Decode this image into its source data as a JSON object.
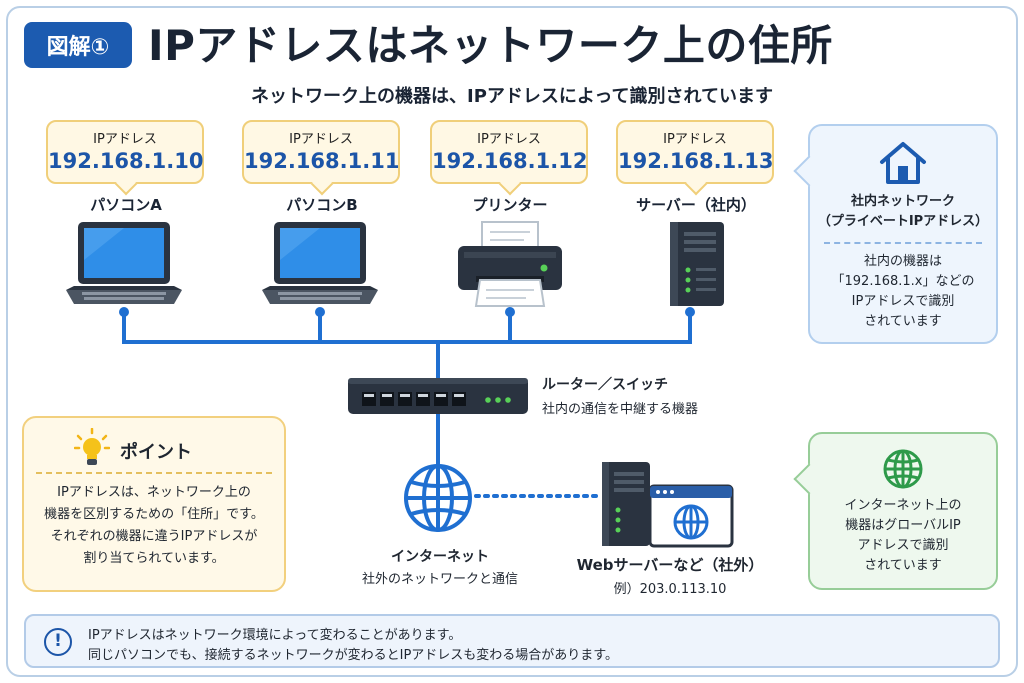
{
  "header": {
    "badge": "図解①",
    "title": "IPアドレスはネットワーク上の住所",
    "subtitle": "ネットワーク上の機器は、IPアドレスによって識別されています"
  },
  "devices": [
    {
      "ip_label": "IPアドレス",
      "ip": "192.168.1.10",
      "name": "パソコンA",
      "icon": "laptop-icon"
    },
    {
      "ip_label": "IPアドレス",
      "ip": "192.168.1.11",
      "name": "パソコンB",
      "icon": "laptop-icon"
    },
    {
      "ip_label": "IPアドレス",
      "ip": "192.168.1.12",
      "name": "プリンター",
      "icon": "printer-icon"
    },
    {
      "ip_label": "IPアドレス",
      "ip": "192.168.1.13",
      "name": "サーバー（社内）",
      "icon": "server-icon"
    }
  ],
  "lan_panel": {
    "icon": "house-icon",
    "title_line1": "社内ネットワーク",
    "title_line2": "（プライベートIPアドレス）",
    "body_line1": "社内の機器は",
    "body_line2": "「192.168.1.x」などの",
    "body_line3": "IPアドレスで識別",
    "body_line4": "されています"
  },
  "router": {
    "icon": "router-switch-icon",
    "label": "ルーター／スイッチ",
    "sub": "社内の通信を中継する機器"
  },
  "point": {
    "icon": "lightbulb-icon",
    "title": "ポイント",
    "line1": "IPアドレスは、ネットワーク上の",
    "line2": "機器を区別するための「住所」です。",
    "line3": "それぞれの機器に違うIPアドレスが",
    "line4": "割り当てられています。"
  },
  "internet": {
    "icon": "globe-icon",
    "label": "インターネット",
    "sub": "社外のネットワークと通信"
  },
  "web_server": {
    "icon": "web-server-icon",
    "label": "Webサーバーなど（社外）",
    "sub": "例）203.0.113.10"
  },
  "global_panel": {
    "icon": "globe-icon",
    "line1": "インターネット上の",
    "line2": "機器はグローバルIP",
    "line3": "アドレスで識別",
    "line4": "されています"
  },
  "note": {
    "icon": "exclamation-icon",
    "line1": "IPアドレスはネットワーク環境によって変わることがあります。",
    "line2": "同じパソコンでも、接続するネットワークが変わるとIPアドレスも変わる場合があります。"
  },
  "colors": {
    "accent_blue": "#1c5bb0",
    "wire_blue": "#1f6fd1",
    "ip_box_fill": "#fff8e4",
    "lan_panel_fill": "#eef5fd",
    "global_panel_fill": "#eef8ee",
    "globe_green": "#2e9a4a"
  }
}
